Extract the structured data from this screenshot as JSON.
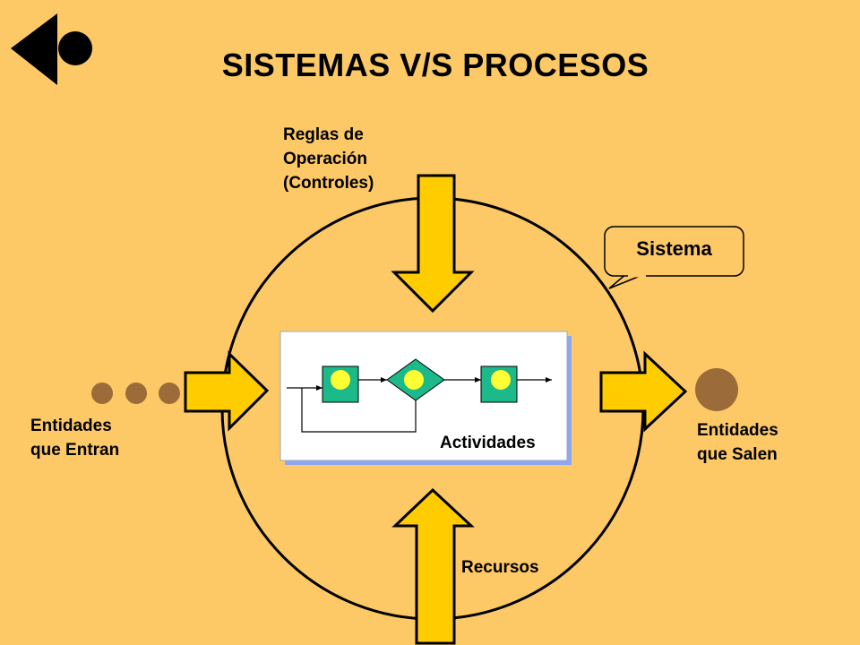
{
  "title": "SISTEMAS V/S PROCESOS",
  "controls_label": [
    "Reglas de",
    "Operación",
    "(Controles)"
  ],
  "system_callout": "Sistema",
  "activities_label": "Actividades",
  "entities_in_label": [
    "Entidades",
    "que Entran"
  ],
  "entities_out_label": [
    "Entidades",
    "que Salen"
  ],
  "resources_label": "Recursos",
  "nav_icon": "back-arrow-icon",
  "colors": {
    "background": "#FDC966",
    "arrow_fill": "#FFCC00",
    "entity_dot": "#9C6B3A",
    "activity_node": "#1CB98A",
    "token": "#FFFF33",
    "box_shadow": "#8FA7F0"
  }
}
